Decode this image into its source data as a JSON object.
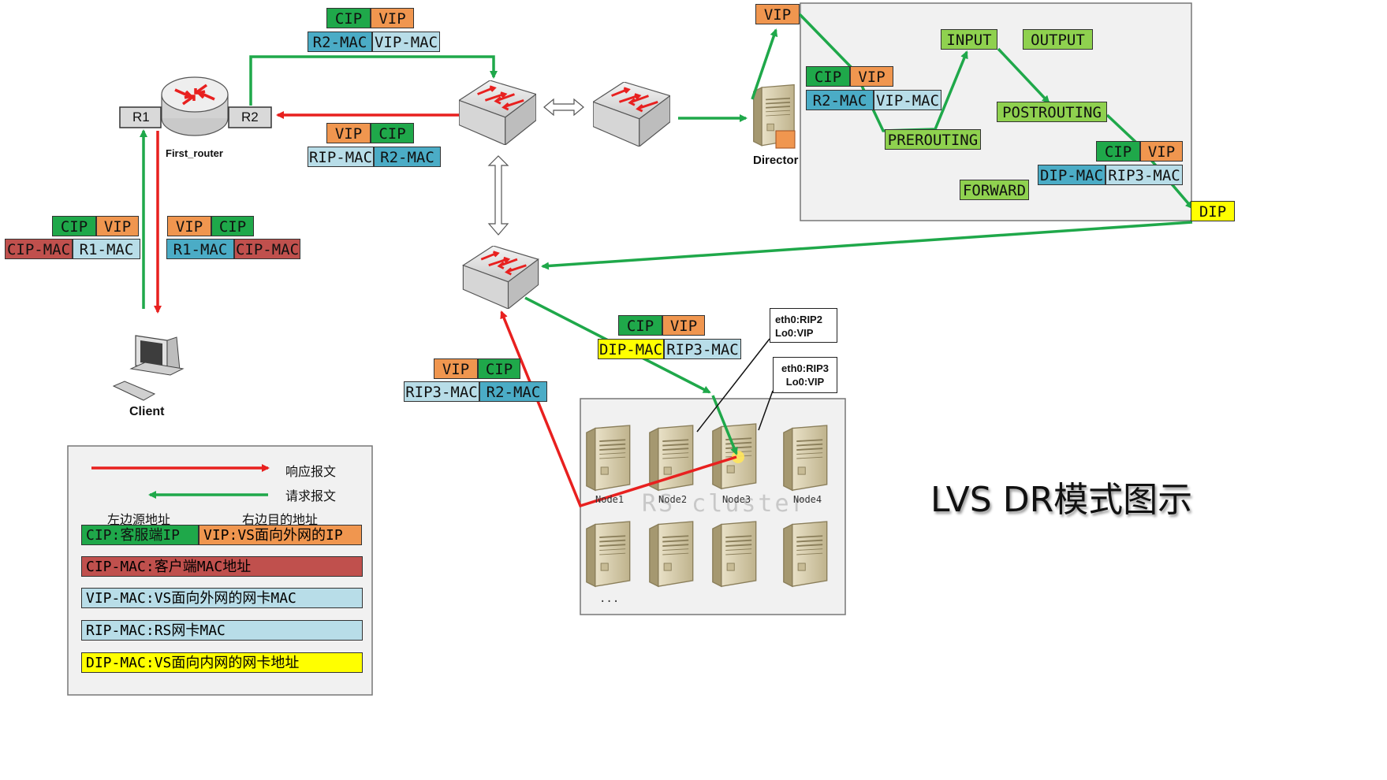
{
  "colors": {
    "request_green": "#1fa84a",
    "response_red": "#e8201f",
    "cip_green": "#1fa84a",
    "vip_orange": "#f0964f",
    "mac_red": "#c0504d",
    "mac_lightblue": "#b8dde8",
    "mac_blue": "#4bacc6",
    "dip_yellow": "#ffff00",
    "chain_lightgreen": "#8fd14f"
  },
  "title": "LVS DR模式图示",
  "router": {
    "name": "First_router",
    "port_left": "R1",
    "port_right": "R2"
  },
  "client": {
    "name": "Client"
  },
  "director": {
    "name": "Director",
    "vip_tag": "VIP",
    "dip_tag": "DIP"
  },
  "chains": {
    "input": "INPUT",
    "output": "OUTPUT",
    "prerouting": "PREROUTING",
    "postrouting": "POSTROUTING",
    "forward": "FORWARD"
  },
  "packets": {
    "router_to_switch": {
      "ip": [
        "CIP",
        "VIP"
      ],
      "mac": [
        "R2-MAC",
        "VIP-MAC"
      ]
    },
    "switch_to_router": {
      "ip": [
        "VIP",
        "CIP"
      ],
      "mac": [
        "RIP-MAC",
        "R2-MAC"
      ]
    },
    "client_request": {
      "ip": [
        "CIP",
        "VIP"
      ],
      "mac": [
        "CIP-MAC",
        "R1-MAC"
      ]
    },
    "client_response": {
      "ip": [
        "VIP",
        "CIP"
      ],
      "mac": [
        "R1-MAC",
        "CIP-MAC"
      ]
    },
    "director_in": {
      "ip": [
        "CIP",
        "VIP"
      ],
      "mac": [
        "R2-MAC",
        "VIP-MAC"
      ]
    },
    "director_out": {
      "ip": [
        "CIP",
        "VIP"
      ],
      "mac": [
        "DIP-MAC",
        "RIP3-MAC"
      ]
    },
    "to_rs": {
      "ip": [
        "CIP",
        "VIP"
      ],
      "mac": [
        "DIP-MAC",
        "RIP3-MAC"
      ]
    },
    "rs_reply": {
      "ip": [
        "VIP",
        "CIP"
      ],
      "mac": [
        "RIP3-MAC",
        "R2-MAC"
      ]
    }
  },
  "notes": {
    "node2": [
      "eth0:RIP2",
      "Lo0:VIP"
    ],
    "node3": [
      "eth0:RIP3",
      "Lo0:VIP"
    ]
  },
  "cluster": {
    "name": "RS cluster",
    "nodes": [
      "Node1",
      "Node2",
      "Node3",
      "Node4"
    ],
    "ellipsis": "..."
  },
  "legend": {
    "response": "响应报文",
    "request": "请求报文",
    "left_label": "左边源地址",
    "right_label": "右边目的地址",
    "cip_def": "CIP:客服端IP",
    "vip_def": "VIP:VS面向外网的IP",
    "cipmac_def": "CIP-MAC:客户端MAC地址",
    "vipmac_def": "VIP-MAC:VS面向外网的网卡MAC",
    "ripmac_def": "RIP-MAC:RS网卡MAC",
    "dipmac_def": "DIP-MAC:VS面向内网的网卡地址"
  }
}
